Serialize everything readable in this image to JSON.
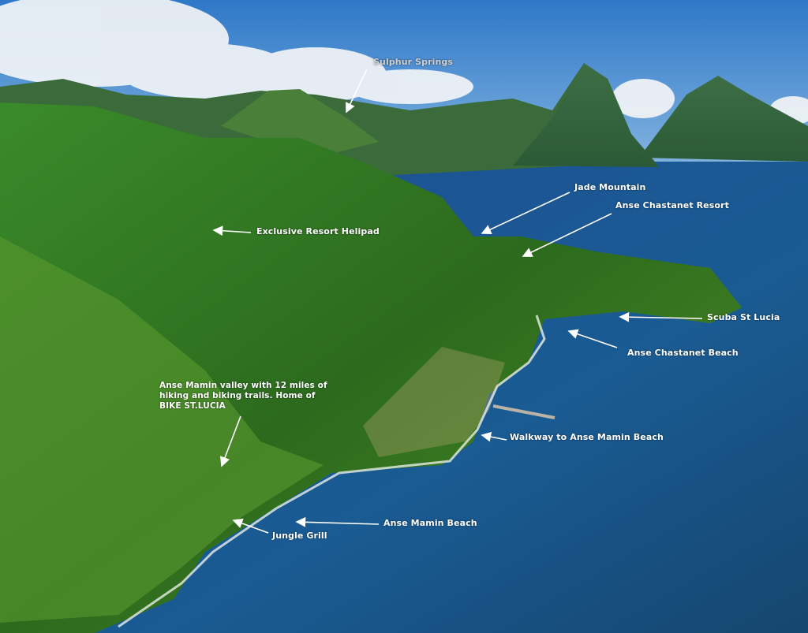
{
  "labels": {
    "sulphur_springs": "Sulphur Springs",
    "jade_mountain": "Jade Mountain",
    "anse_chastanet_resort": "Anse Chastanet Resort",
    "helipad": "Exclusive Resort Helipad",
    "scuba": "Scuba St Lucia",
    "anse_chastanet_beach": "Anse Chastanet Beach",
    "walkway": "Walkway to Anse Mamin Beach",
    "anse_mamin_beach": "Anse Mamin Beach",
    "jungle_grill": "Jungle Grill",
    "valley": "Anse Mamin valley with 12 miles of hiking and biking trails. Home of BIKE ST.LUCIA"
  },
  "colors": {
    "sky": "#3f86cf",
    "sea": "#1a5a93",
    "forest": "#2f6e1e",
    "label": "#ffffff"
  }
}
